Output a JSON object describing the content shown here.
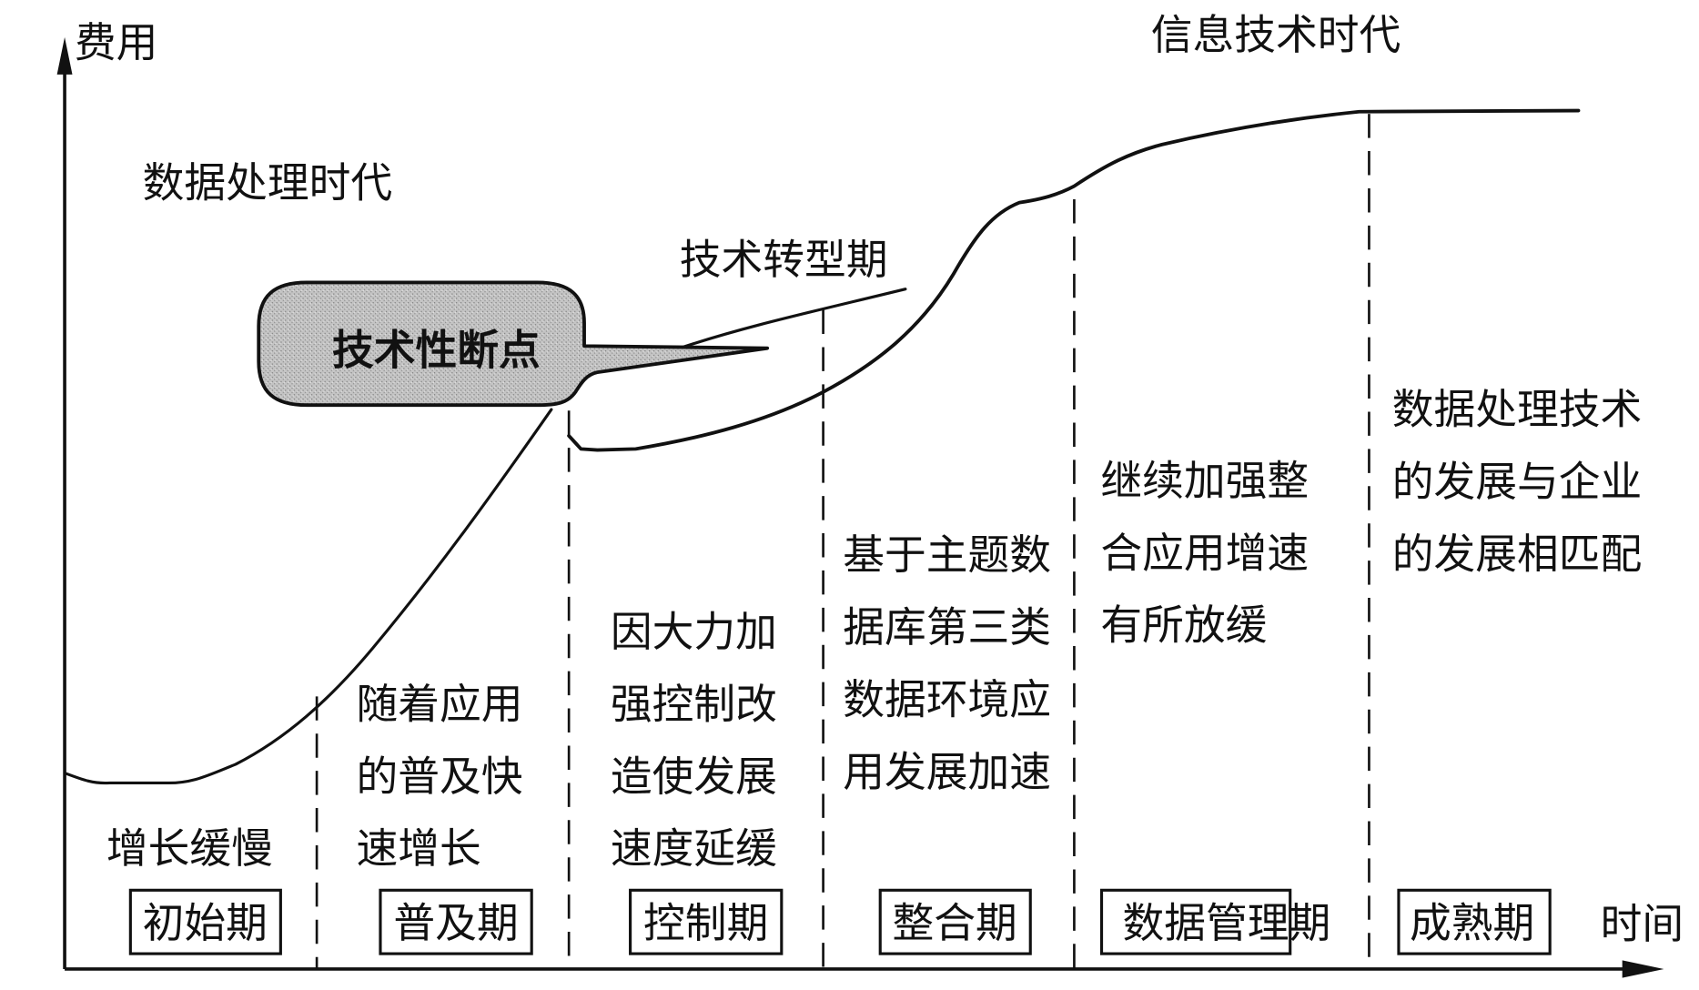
{
  "axes": {
    "y_label": "费用",
    "x_label": "时间"
  },
  "eras": {
    "data_processing": "数据处理时代",
    "information_technology": "信息技术时代"
  },
  "callouts": {
    "technical_breakpoint": "技术性断点",
    "technical_transition": "技术转型期"
  },
  "phases": [
    {
      "name": "初始期",
      "description": [
        "增长缓慢"
      ]
    },
    {
      "name": "普及期",
      "description": [
        "随着应用",
        "的普及快",
        "速增长"
      ]
    },
    {
      "name": "控制期",
      "description": [
        "因大力加",
        "强控制改",
        "造使发展",
        "速度延缓"
      ]
    },
    {
      "name": "整合期",
      "description": [
        "基于主题数",
        "据库第三类",
        "数据环境应",
        "用发展加速"
      ]
    },
    {
      "name": "数据管理期",
      "description": [
        "继续加强整",
        "合应用增速",
        "有所放缓"
      ]
    },
    {
      "name": "成熟期",
      "description": [
        "数据处理技术",
        "的发展与企业",
        "的发展相匹配"
      ]
    }
  ],
  "colors": {
    "ink": "#111111",
    "bubble_fill": "#b8b8b8",
    "background": "#ffffff"
  }
}
